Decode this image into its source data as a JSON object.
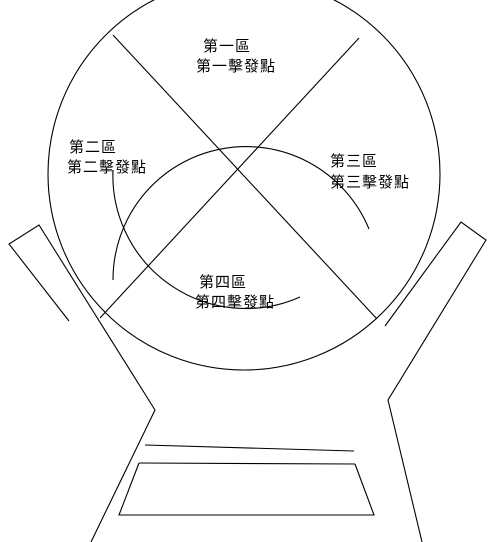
{
  "zones": [
    {
      "zone_label": "第一區",
      "point_label": "第一擊發點"
    },
    {
      "zone_label": "第二區",
      "point_label": "第二擊發點"
    },
    {
      "zone_label": "第三區",
      "point_label": "第三擊發點"
    },
    {
      "zone_label": "第四區",
      "point_label": "第四擊發點"
    }
  ],
  "colors": {
    "line": "#000000",
    "background": "#ffffff"
  }
}
